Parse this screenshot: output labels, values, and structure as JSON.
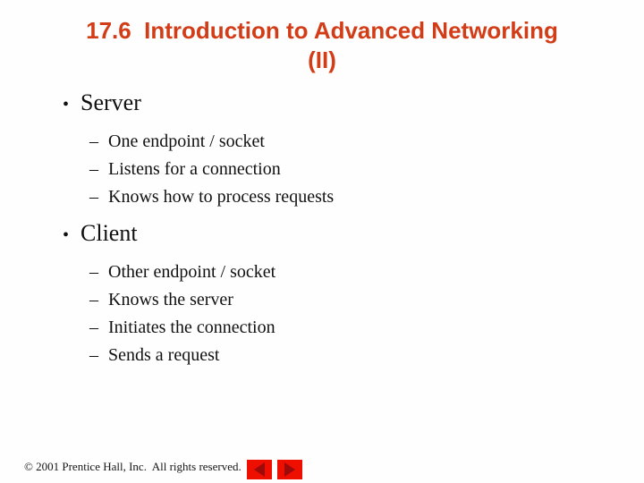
{
  "slide": {
    "title": {
      "line1": "17.6  Introduction to Advanced Networking",
      "line2": "(II)"
    },
    "markers": {
      "level1": "•",
      "level2": "–"
    },
    "bullets": [
      {
        "label": "Server",
        "subitems": [
          "One endpoint / socket",
          "Listens for a connection",
          "Knows how to process requests"
        ]
      },
      {
        "label": "Client",
        "subitems": [
          "Other endpoint / socket",
          "Knows the server",
          "Initiates the connection",
          "Sends a request"
        ]
      }
    ],
    "footer": {
      "copyright": "© 2001 Prentice Hall, Inc.  All rights reserved."
    },
    "colors": {
      "title": "#d23c17",
      "button_red": "#ee0f00",
      "arrow_dark_red": "#9e0a0a",
      "text": "#111111",
      "background": "#fefefe"
    }
  }
}
